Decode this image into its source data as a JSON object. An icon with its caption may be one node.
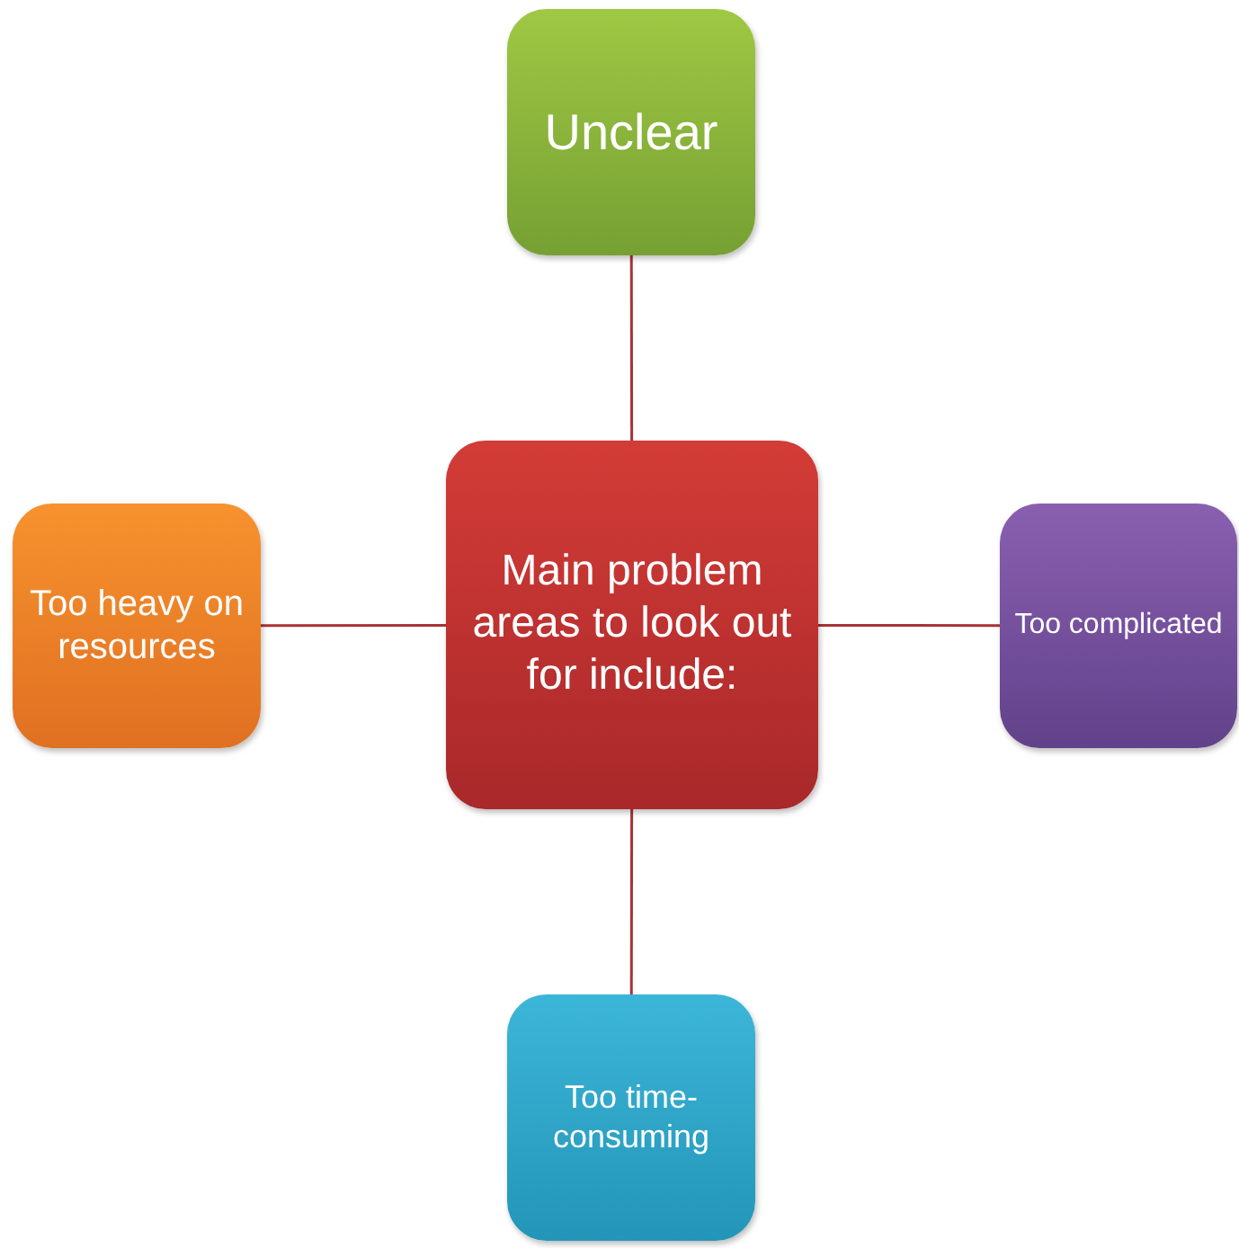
{
  "diagram": {
    "nodes": [
      {
        "text": [
          "Unclear"
        ]
      },
      {
        "text": [
          "Too heavy on resources"
        ]
      },
      {
        "text": [
          "Main problem areas to look out for include:"
        ]
      },
      {
        "text": [
          "Too complicated"
        ]
      },
      {
        "text": [
          "Too time-consuming"
        ]
      }
    ],
    "edges": [
      {
        "from": 2,
        "to": 0,
        "arrow": "none"
      },
      {
        "from": 2,
        "to": 1,
        "arrow": "none"
      },
      {
        "from": 2,
        "to": 3,
        "arrow": "none"
      },
      {
        "from": 2,
        "to": 4,
        "arrow": "none"
      }
    ]
  }
}
